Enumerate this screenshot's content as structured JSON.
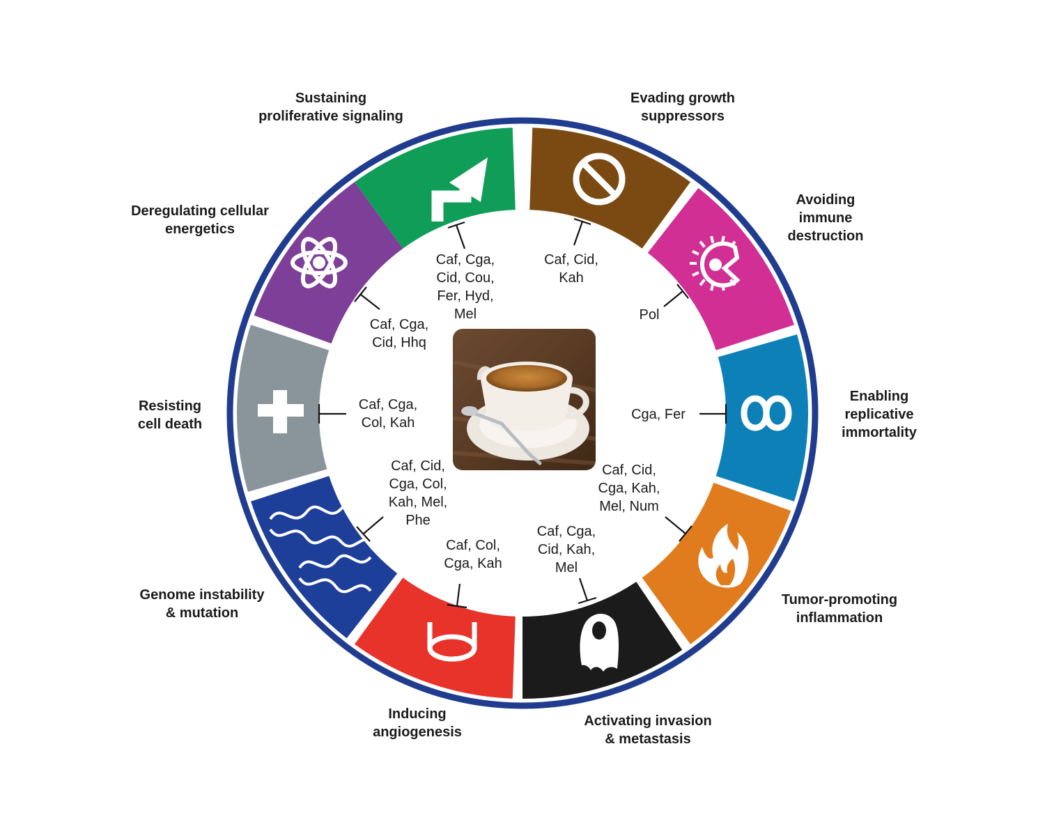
{
  "diagram": {
    "ring_color": "#1f3c8f",
    "center_image": "espresso-cup-on-saucer-photo",
    "hallmarks": [
      {
        "id": "proliferative",
        "label_lines": [
          "Sustaining",
          "proliferative signaling"
        ],
        "color": "#0f9d58",
        "icon": "arrow-icon",
        "compounds": [
          "Caf, Cga,",
          "Cid, Cou,",
          "Fer, Hyd,",
          "Mel"
        ]
      },
      {
        "id": "growth",
        "label_lines": [
          "Evading growth",
          "suppressors"
        ],
        "color": "#7a4a12",
        "icon": "no-entry-icon",
        "compounds": [
          "Caf, Cid,",
          "Kah"
        ]
      },
      {
        "id": "immune",
        "label_lines": [
          "Avoiding",
          "immune",
          "destruction"
        ],
        "color": "#d12f94",
        "icon": "immune-cell-icon",
        "compounds": [
          "Pol"
        ]
      },
      {
        "id": "immortality",
        "label_lines": [
          "Enabling",
          "replicative",
          "immortality"
        ],
        "color": "#0e80b8",
        "icon": "infinity-icon",
        "compounds": [
          "Cga, Fer"
        ]
      },
      {
        "id": "inflammation",
        "label_lines": [
          "Tumor-promoting",
          "inflammation"
        ],
        "color": "#e07b1e",
        "icon": "flame-icon",
        "compounds": [
          "Caf, Cid,",
          "Cga, Kah,",
          "Mel, Num"
        ]
      },
      {
        "id": "invasion",
        "label_lines": [
          "Activating invasion",
          "& metastasis"
        ],
        "color": "#1b1b1b",
        "icon": "metastasis-cell-icon",
        "compounds": [
          "Caf, Cga,",
          "Cid, Kah,",
          "Mel"
        ]
      },
      {
        "id": "angiogenesis",
        "label_lines": [
          "Inducing",
          "angiogenesis"
        ],
        "color": "#e8332b",
        "icon": "blood-vessel-icon",
        "compounds": [
          "Caf, Col,",
          "Cga, Kah"
        ]
      },
      {
        "id": "genome",
        "label_lines": [
          "Genome instability",
          "& mutation"
        ],
        "color": "#1d3f9a",
        "icon": "dna-icon",
        "compounds": [
          "Caf, Cid,",
          "Cga, Col,",
          "Kah, Mel,",
          "Phe"
        ]
      },
      {
        "id": "death",
        "label_lines": [
          "Resisting",
          "cell death"
        ],
        "color": "#8a959b",
        "icon": "cross-icon",
        "compounds": [
          "Caf, Cga,",
          "Col, Kah"
        ]
      },
      {
        "id": "energetics",
        "label_lines": [
          "Deregulating cellular",
          "energetics"
        ],
        "color": "#7d3f98",
        "icon": "atom-icon",
        "compounds": [
          "Caf, Cga,",
          "Cid, Hhq"
        ]
      }
    ]
  }
}
